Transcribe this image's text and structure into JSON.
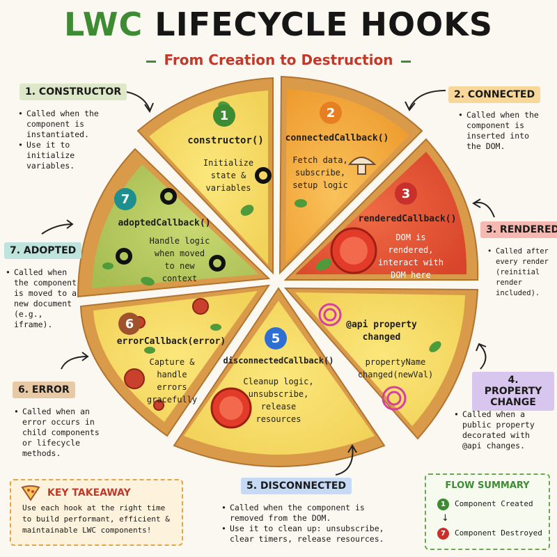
{
  "header": {
    "title_part1": "LWC",
    "title_part2": "LIFECYCLE HOOKS",
    "subtitle": "From Creation to Destruction"
  },
  "colors": {
    "green": "#3d8b33",
    "red": "#c0392b",
    "orange": "#e67e22",
    "blue": "#2e6fd1",
    "teal": "#1f8e8e",
    "brown": "#a0522d"
  },
  "slices": [
    {
      "num": "1",
      "method": "constructor()",
      "lines": [
        "Initialize",
        "state &",
        "variables"
      ]
    },
    {
      "num": "2",
      "method": "connectedCallback()",
      "lines": [
        "Fetch data,",
        "subscribe,",
        "setup logic"
      ]
    },
    {
      "num": "3",
      "method": "renderedCallback()",
      "lines": [
        "DOM is",
        "rendered,",
        "interact with",
        "DOM here"
      ]
    },
    {
      "num": "",
      "method": "@api property",
      "method2": "changed",
      "lines": [
        "propertyName",
        "changed(newVal)"
      ]
    },
    {
      "num": "5",
      "method": "disconnectedCallback()",
      "lines": [
        "Cleanup logic,",
        "unsubscribe,",
        "release",
        "resources"
      ]
    },
    {
      "num": "6",
      "method": "errorCallback(error)",
      "lines": [
        "Capture &",
        "handle",
        "errors",
        "gracefully"
      ]
    },
    {
      "num": "7",
      "method": "adoptedCallback()",
      "lines": [
        "Handle logic",
        "when moved",
        "to new",
        "context"
      ]
    }
  ],
  "callouts": [
    {
      "label": "1. CONSTRUCTOR",
      "bullets": [
        "Called when the component is instantiated.",
        "Use it to initialize variables."
      ]
    },
    {
      "label": "2. CONNECTED",
      "bullets": [
        "Called when the component is inserted into the DOM."
      ]
    },
    {
      "label": "3. RENDERED",
      "bullets": [
        "Called after every render (reinitial render included)."
      ]
    },
    {
      "label": "4. PROPERTY CHANGE",
      "bullets": [
        "Called when a public property decorated with @api changes."
      ]
    },
    {
      "label": "5. DISCONNECTED",
      "bullets": [
        "Called when the component is removed from the DOM.",
        "Use it to clean up: unsubscribe, clear timers, release resources."
      ]
    },
    {
      "label": "6. ERROR",
      "bullets": [
        "Called when an error occurs in child components or lifecycle methods."
      ]
    },
    {
      "label": "7. ADOPTED",
      "bullets": [
        "Called when the component is moved to a new document (e.g., iframe)."
      ]
    }
  ],
  "takeaway": {
    "title": "KEY TAKEAWAY",
    "text": "Use each hook at the right time to build performant, efficient & maintainable LWC components!"
  },
  "flow": {
    "title": "FLOW SUMMARY",
    "start_num": "1",
    "start_label": "Component Created",
    "end_num": "7",
    "end_label": "Component Destroyed"
  }
}
